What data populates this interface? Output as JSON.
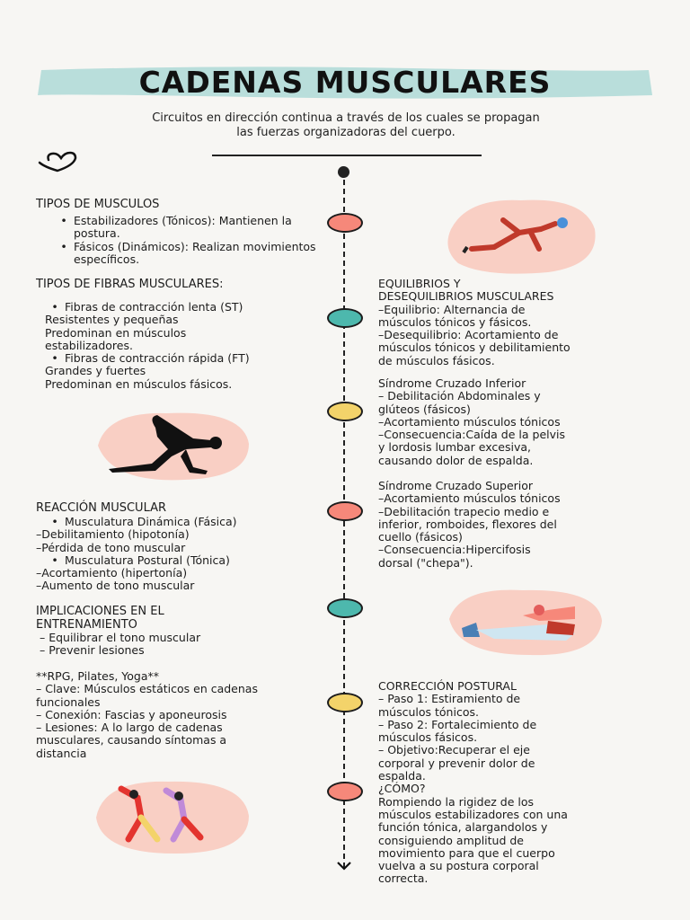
{
  "colors": {
    "teal_band": "#b9dedb",
    "salmon": "#f6887a",
    "teal": "#4db8ad",
    "yellow": "#f3d36a",
    "blob_pink": "#f9cfc4"
  },
  "header": {
    "title": "CADENAS MUSCULARES",
    "subtitle": "Circuitos en dirección continua a través de los cuales se propagan las fuerzas organizadoras del cuerpo.",
    "icon": "heart-icon"
  },
  "left": {
    "tipos_musculos": {
      "heading": "TIPOS DE MUSCULOS",
      "items": [
        "Estabilizadores (Tónicos): Mantienen la postura.",
        "Fásicos (Dinámicos): Realizan movimientos específicos."
      ]
    },
    "tipos_fibras": {
      "heading": "TIPOS DE FIBRAS MUSCULARES:",
      "l1": "Fibras de contracción lenta (ST)",
      "l2": "Resistentes y pequeñas",
      "l3": "Predominan en músculos",
      "l4": "estabilizadores.",
      "l5": "Fibras de contracción rápida (FT)",
      "l6": "Grandes y fuertes",
      "l7": "Predominan en músculos fásicos."
    },
    "reaccion": {
      "heading": "REACCIÓN MUSCULAR",
      "l1": "Musculatura Dinámica (Fásica)",
      "l2": "–Debilitamiento (hipotonía)",
      "l3": "–Pérdida de tono muscular",
      "l4": "Musculatura Postural (Tónica)",
      "l5": "–Acortamiento (hipertonía)",
      "l6": "–Aumento de tono muscular"
    },
    "implicaciones": {
      "heading1": "IMPLICACIONES EN EL",
      "heading2": "ENTRENAMIENTO",
      "l1": " – Equilibrar el tono muscular",
      "l2": " – Prevenir lesiones"
    },
    "rpg": {
      "heading": "**RPG, Pilates, Yoga**",
      "l1": "– Clave: Músculos estáticos en cadenas",
      "l2": "funcionales",
      "l3": "– Conexión: Fascias y aponeurosis",
      "l4": "– Lesiones: A lo largo de cadenas",
      "l5": "musculares, causando síntomas a",
      "l6": "distancia"
    }
  },
  "right": {
    "equilibrios": {
      "heading1": "EQUILIBRIOS Y",
      "heading2": "DESEQUILIBRIOS MUSCULARES",
      "l1": "–Equilibrio: Alternancia de",
      "l2": "músculos tónicos y fásicos.",
      "l3": "–Desequilibrio: Acortamiento de",
      "l4": "músculos tónicos y debilitamiento",
      "l5": "de músculos fásicos."
    },
    "inferior": {
      "heading": "Síndrome Cruzado Inferior",
      "l1": "– Debilitación Abdominales y",
      "l2": "glúteos (fásicos)",
      "l3": "–Acortamiento músculos tónicos",
      "l4": "–Consecuencia:Caída de la pelvis",
      "l5": "y lordosis lumbar excesiva,",
      "l6": "causando dolor de espalda."
    },
    "superior": {
      "heading": "Síndrome Cruzado Superior",
      "l1": "–Acortamiento músculos tónicos",
      "l2": "–Debilitación trapecio medio e",
      "l3": "inferior, romboides, flexores del",
      "l4": "cuello (fásicos)",
      "l5": "–Consecuencia:Hipercifosis",
      "l6": "dorsal (\"chepa\")."
    },
    "correccion": {
      "heading": "CORRECCIÓN POSTURAL",
      "l1": "– Paso 1: Estiramiento de",
      "l2": "músculos tónicos.",
      "l3": "– Paso 2:  Fortalecimiento de",
      "l4": "músculos fásicos.",
      "l5": "– Objetivo:Recuperar el eje",
      "l6": "corporal y prevenir dolor de",
      "l7": "espalda.",
      "l8": "¿CÓMO?",
      "l9": "Rompiendo la rigidez de los",
      "l10": "músculos estabilizadores con una",
      "l11": "función tónica, alargandolos y",
      "l12": "consiguiendo amplitud de",
      "l13": "movimiento para que el cuerpo",
      "l14": "vuelva a su postura corporal",
      "l15": "correcta."
    }
  }
}
